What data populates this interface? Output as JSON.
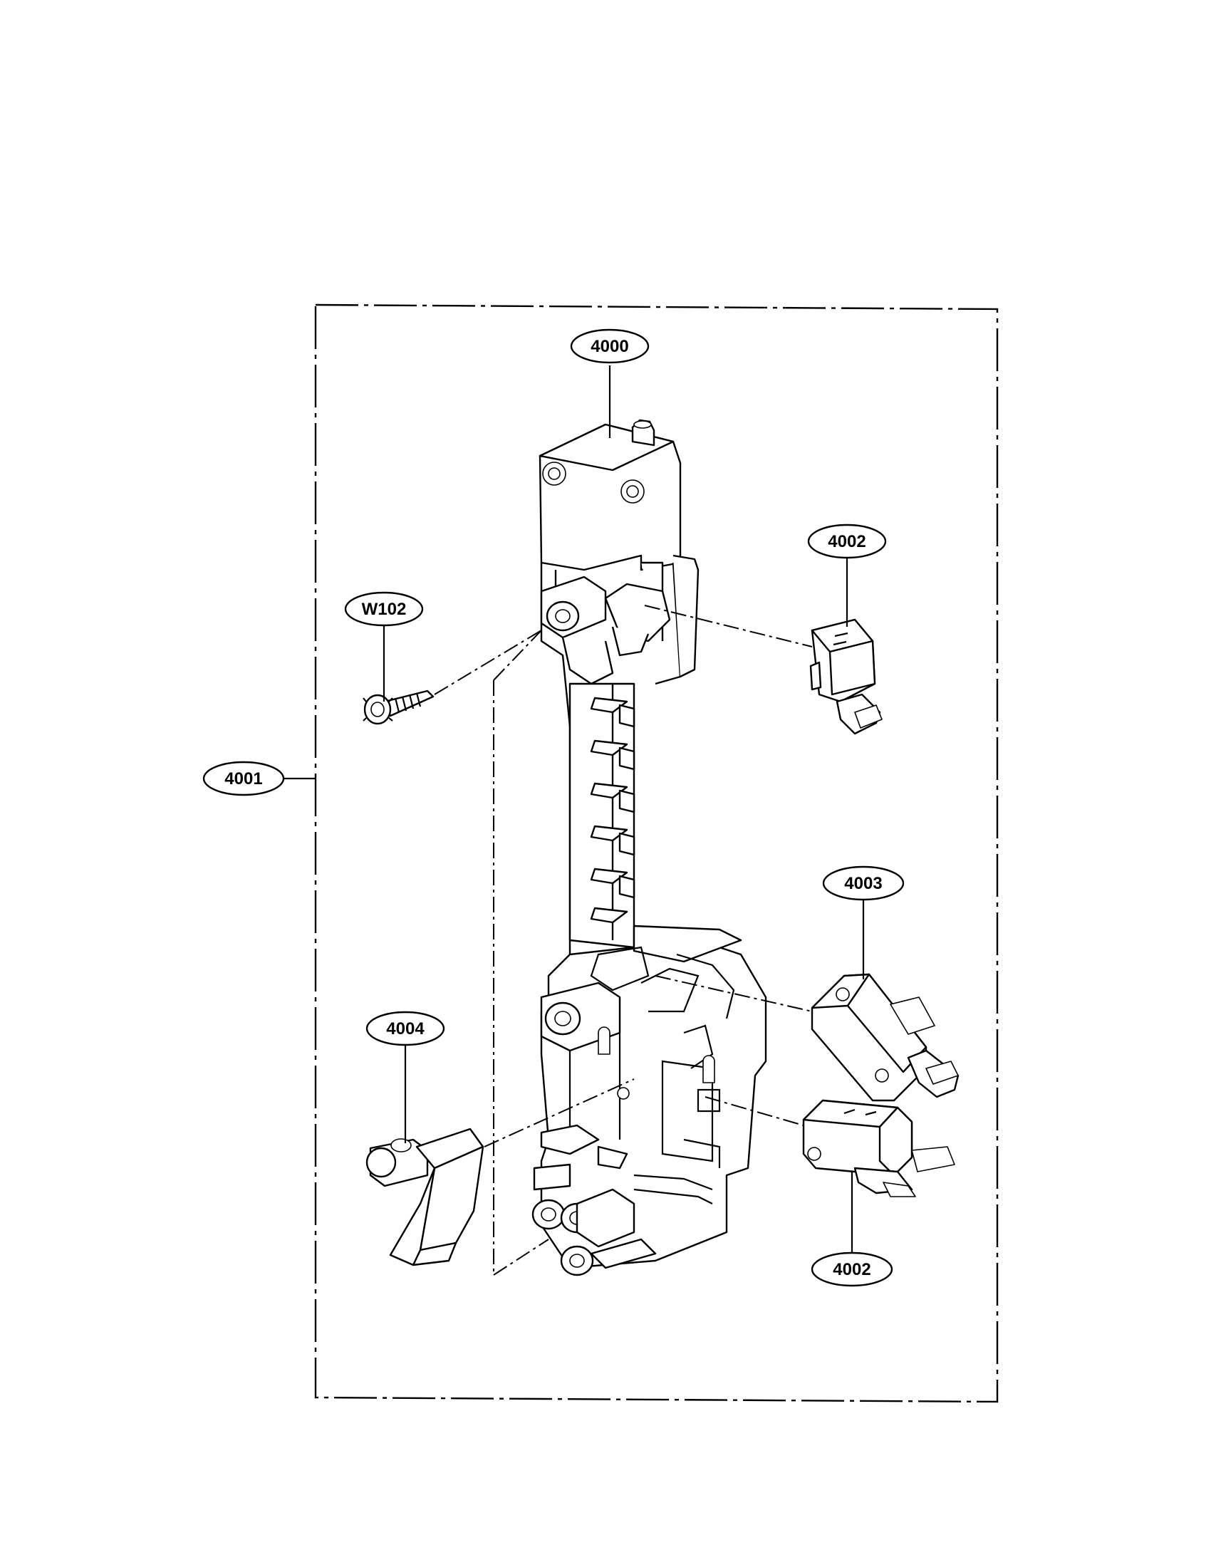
{
  "callouts": {
    "c4000": "4000",
    "c4001": "4001",
    "c4002_top": "4002",
    "cW102": "W102",
    "c4003": "4003",
    "c4004": "4004",
    "c4002_bottom": "4002"
  }
}
